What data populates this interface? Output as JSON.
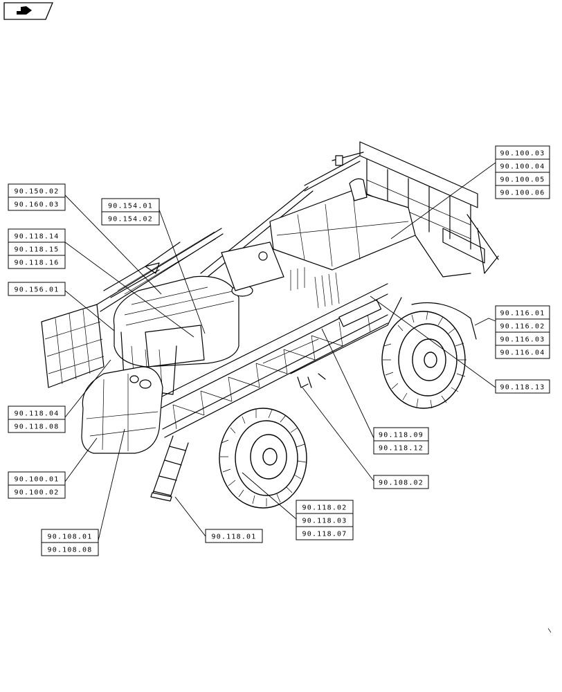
{
  "nav_icon": "next-page-arrow-icon",
  "callouts": [
    {
      "id": "g1",
      "labels": [
        "90.150.02",
        "90.160.03"
      ]
    },
    {
      "id": "g2",
      "labels": [
        "90.154.01",
        "90.154.02"
      ]
    },
    {
      "id": "g3",
      "labels": [
        "90.118.14",
        "90.118.15",
        "90.118.16"
      ]
    },
    {
      "id": "g4",
      "labels": [
        "90.156.01"
      ]
    },
    {
      "id": "g5",
      "labels": [
        "90.118.04",
        "90.118.08"
      ]
    },
    {
      "id": "g6",
      "labels": [
        "90.100.01",
        "90.100.02"
      ]
    },
    {
      "id": "g7",
      "labels": [
        "90.108.01",
        "90.108.08"
      ]
    },
    {
      "id": "g8",
      "labels": [
        "90.118.01"
      ]
    },
    {
      "id": "g9",
      "labels": [
        "90.118.02",
        "90.118.03",
        "90.118.07"
      ]
    },
    {
      "id": "g10",
      "labels": [
        "90.108.02"
      ]
    },
    {
      "id": "g11",
      "labels": [
        "90.118.09",
        "90.118.12"
      ]
    },
    {
      "id": "g12",
      "labels": [
        "90.118.13"
      ]
    },
    {
      "id": "g13",
      "labels": [
        "90.116.01",
        "90.116.02",
        "90.116.03",
        "90.116.04"
      ]
    },
    {
      "id": "g14",
      "labels": [
        "90.100.03",
        "90.100.04",
        "90.100.05",
        "90.100.06"
      ]
    }
  ]
}
